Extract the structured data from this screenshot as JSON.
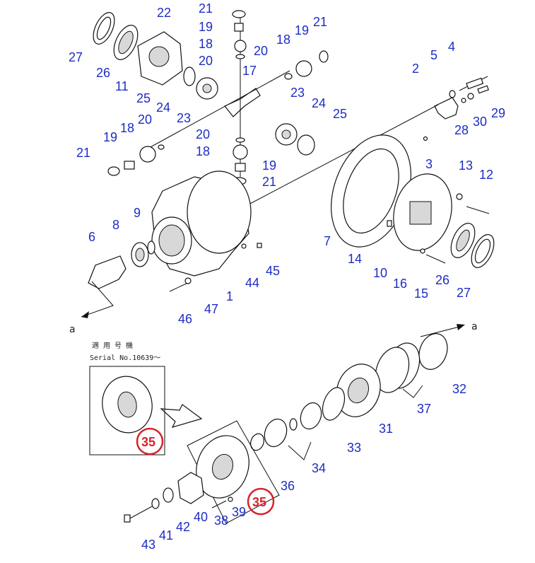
{
  "callouts": {
    "c27a": "27",
    "c26a": "26",
    "c11": "11",
    "c22": "22",
    "c25a": "25",
    "c24a": "24",
    "c23a": "23",
    "c21a": "21",
    "c19a": "19",
    "c18a": "18",
    "c20a": "20",
    "c17": "17",
    "c20b": "20",
    "c18b": "18",
    "c19b": "19",
    "c21b": "21",
    "c23b": "23",
    "c24b": "24",
    "c25b": "25",
    "c2": "2",
    "c5": "5",
    "c4": "4",
    "c29": "29",
    "c30": "30",
    "c28": "28",
    "c3": "3",
    "c13": "13",
    "c12": "12",
    "c20c": "20",
    "c18c": "18",
    "c19c": "19",
    "c21c": "21",
    "c20d": "20",
    "c18d": "18",
    "c19d": "19",
    "c21d": "21",
    "c9": "9",
    "c8": "8",
    "c6": "6",
    "c7": "7",
    "c14": "14",
    "c10": "10",
    "c16": "16",
    "c15": "15",
    "c26b": "26",
    "c27b": "27",
    "c45": "45",
    "c44": "44",
    "c1": "1",
    "c47": "47",
    "c46": "46",
    "c32": "32",
    "c37": "37",
    "c31": "31",
    "c33": "33",
    "c34": "34",
    "c36": "36",
    "c35a": "35",
    "c35b": "35",
    "c39": "39",
    "c38": "38",
    "c40": "40",
    "c42": "42",
    "c41": "41",
    "c43": "43"
  },
  "references": {
    "a_left": "a",
    "a_right": "a"
  },
  "inset_note": {
    "line1": "適 用 号 機",
    "line2": "Serial No.10639～"
  },
  "colors": {
    "callout": "#1d2dc4",
    "highlight": "#d8232a",
    "line": "#111111"
  }
}
